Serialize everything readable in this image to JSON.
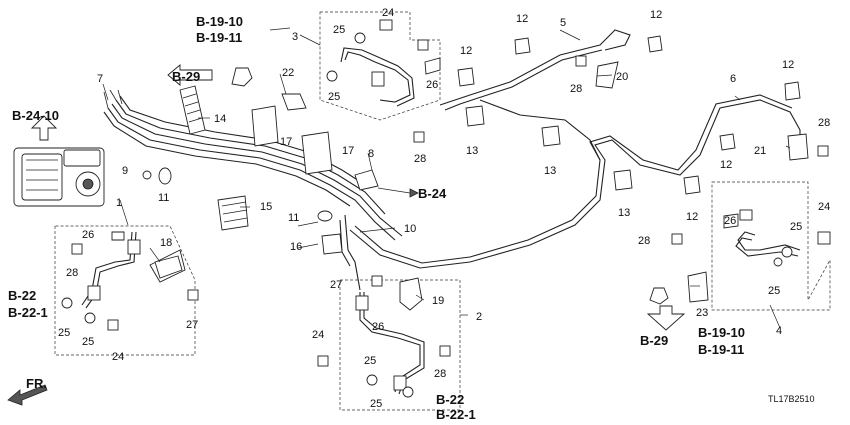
{
  "diagram": {
    "code": "TL17B2510",
    "direction": "FR.",
    "refs": {
      "b1910_top": "B-19-10",
      "b1911_top": "B-19-11",
      "b29_left": "B-29",
      "b2410": "B-24-10",
      "b24": "B-24",
      "b22_left": "B-22",
      "b221_left": "B-22-1",
      "b22_mid": "B-22",
      "b221_mid": "B-22-1",
      "b29_right": "B-29",
      "b1910_right": "B-19-10",
      "b1911_right": "B-19-11"
    },
    "callouts": {
      "n1": "1",
      "n2": "2",
      "n3": "3",
      "n4": "4",
      "n5": "5",
      "n6": "6",
      "n7": "7",
      "n8": "8",
      "n9": "9",
      "n10": "10",
      "n11a": "11",
      "n11b": "11",
      "n12a": "12",
      "n12b": "12",
      "n12c": "12",
      "n12d": "12",
      "n12e": "12",
      "n12f": "12",
      "n13a": "13",
      "n13b": "13",
      "n13c": "13",
      "n14": "14",
      "n15": "15",
      "n16": "16",
      "n17a": "17",
      "n17b": "17",
      "n18": "18",
      "n19": "19",
      "n20": "20",
      "n21": "21",
      "n22": "22",
      "n23": "23",
      "n24a": "24",
      "n24b": "24",
      "n24c": "24",
      "n24d": "24",
      "n25a": "25",
      "n25b": "25",
      "n25c": "25",
      "n25d": "25",
      "n25e": "25",
      "n25f": "25",
      "n25g": "25",
      "n25h": "25",
      "n26a": "26",
      "n26b": "26",
      "n26c": "26",
      "n26d": "26",
      "n27a": "27",
      "n27b": "27",
      "n28a": "28",
      "n28b": "28",
      "n28c": "28",
      "n28d": "28",
      "n28e": "28",
      "n28f": "28"
    }
  }
}
